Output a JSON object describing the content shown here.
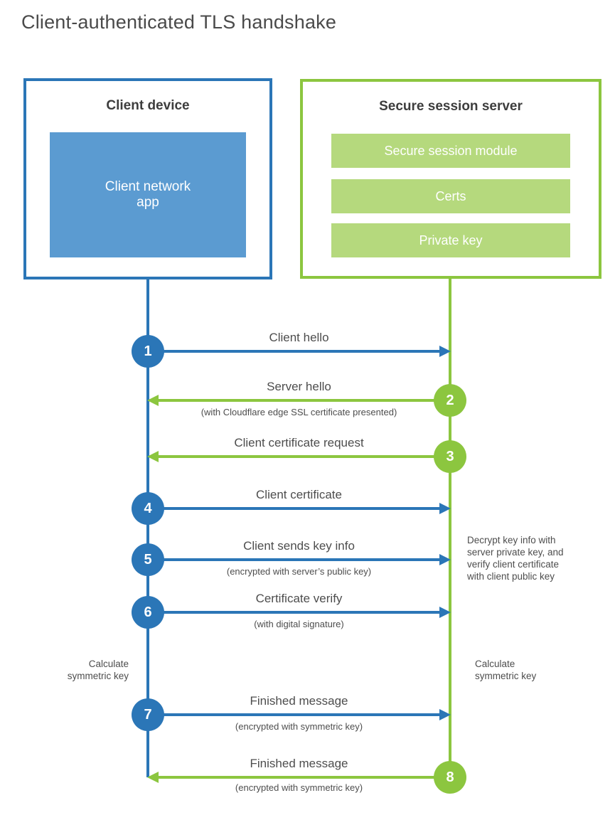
{
  "page": {
    "title": "Client-authenticated TLS handshake"
  },
  "colors": {
    "blue": "#2b76b7",
    "light_blue": "#5b9bd1",
    "green": "#8cc63f",
    "light_green": "#b5d97d",
    "text_dark": "#3d3d3d",
    "text_gray": "#4d4d4d"
  },
  "client": {
    "title": "Client device",
    "app": "Client network\napp"
  },
  "server": {
    "title": "Secure session server",
    "modules": [
      "Secure session module",
      "Certs",
      "Private key"
    ]
  },
  "steps": [
    {
      "num": "1",
      "from": "client",
      "direction": "right",
      "label": "Client hello",
      "sub": ""
    },
    {
      "num": "2",
      "from": "server",
      "direction": "left",
      "label": "Server hello",
      "sub": "(with Cloudflare edge SSL certificate presented)"
    },
    {
      "num": "3",
      "from": "server",
      "direction": "left",
      "label": "Client certificate request",
      "sub": ""
    },
    {
      "num": "4",
      "from": "client",
      "direction": "right",
      "label": "Client certificate",
      "sub": ""
    },
    {
      "num": "5",
      "from": "client",
      "direction": "right",
      "label": "Client sends key info",
      "sub": "(encrypted with server’s public key)"
    },
    {
      "num": "6",
      "from": "client",
      "direction": "right",
      "label": "Certificate verify",
      "sub": "(with digital signature)"
    },
    {
      "num": "7",
      "from": "client",
      "direction": "right",
      "label": "Finished message",
      "sub": "(encrypted with symmetric key)"
    },
    {
      "num": "8",
      "from": "server",
      "direction": "left",
      "label": "Finished message",
      "sub": "(encrypted with symmetric key)"
    }
  ],
  "notes": {
    "decrypt": "Decrypt key info with\nserver private key, and\nverify client certificate\nwith client public key",
    "calc_left": "Calculate\nsymmetric key",
    "calc_right": "Calculate\nsymmetric key"
  }
}
